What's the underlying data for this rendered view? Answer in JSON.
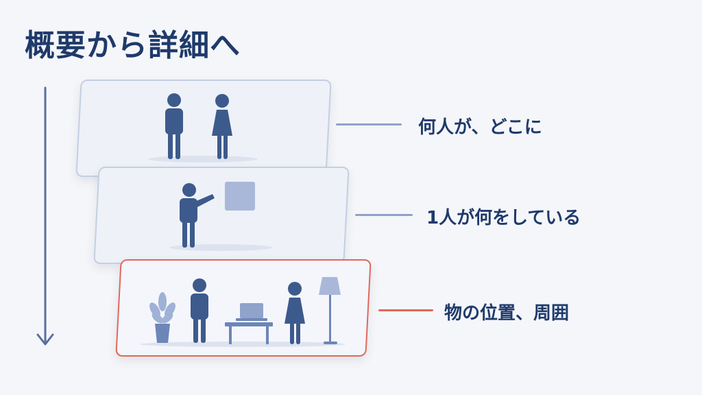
{
  "title": "概要から詳細へ",
  "levels": [
    {
      "label": "何人が、どこに"
    },
    {
      "label": "1人が何をしている"
    },
    {
      "label": "物の位置、周囲"
    }
  ],
  "colors": {
    "title": "#1f3a6b",
    "figure": "#3d5a8c",
    "card_border": "#c4cfe3",
    "highlight": "#e0685a",
    "connector": "#8fa2c8"
  }
}
